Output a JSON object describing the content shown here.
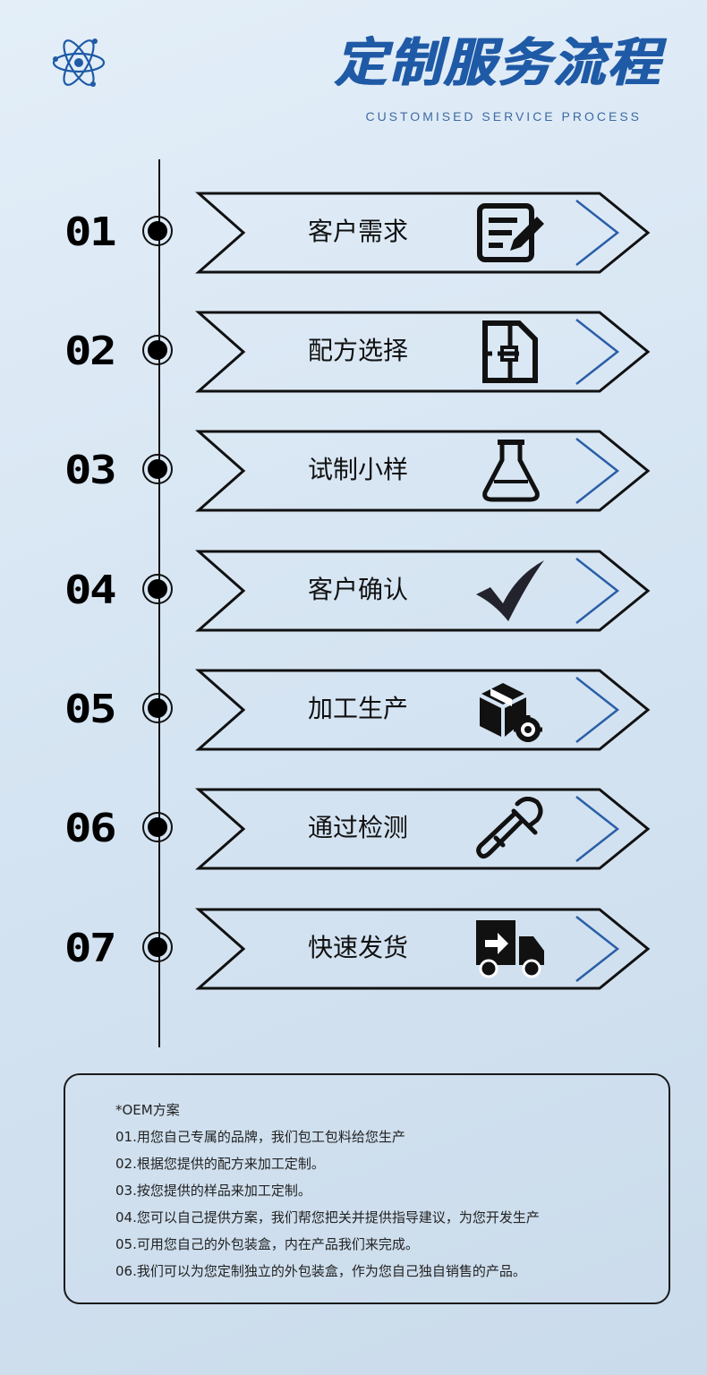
{
  "header": {
    "title": "定制服务流程",
    "subtitle": "CUSTOMISED SERVICE PROCESS",
    "logo_icon": "atom-icon",
    "accent_color": "#1f5aa6"
  },
  "steps": [
    {
      "num": "01",
      "label": "客户需求",
      "icon": "edit-document-icon"
    },
    {
      "num": "02",
      "label": "配方选择",
      "icon": "floor-plan-icon"
    },
    {
      "num": "03",
      "label": "试制小样",
      "icon": "flask-icon"
    },
    {
      "num": "04",
      "label": "客户确认",
      "icon": "checkmark-icon"
    },
    {
      "num": "05",
      "label": "加工生产",
      "icon": "box-gear-icon"
    },
    {
      "num": "06",
      "label": "通过检测",
      "icon": "dropper-icon"
    },
    {
      "num": "07",
      "label": "快速发货",
      "icon": "delivery-truck-icon"
    }
  ],
  "notes": {
    "title": "*OEM方案",
    "lines": [
      "01.用您自己专属的品牌，我们包工包料给您生产",
      "02.根据您提供的配方来加工定制。",
      "03.按您提供的样品来加工定制。",
      "04.您可以自己提供方案，我们帮您把关并提供指导建议，为您开发生产",
      "05.可用您自己的外包装盒，内在产品我们来完成。",
      "06.我们可以为您定制独立的外包装盒，作为您自己独自销售的产品。"
    ]
  }
}
